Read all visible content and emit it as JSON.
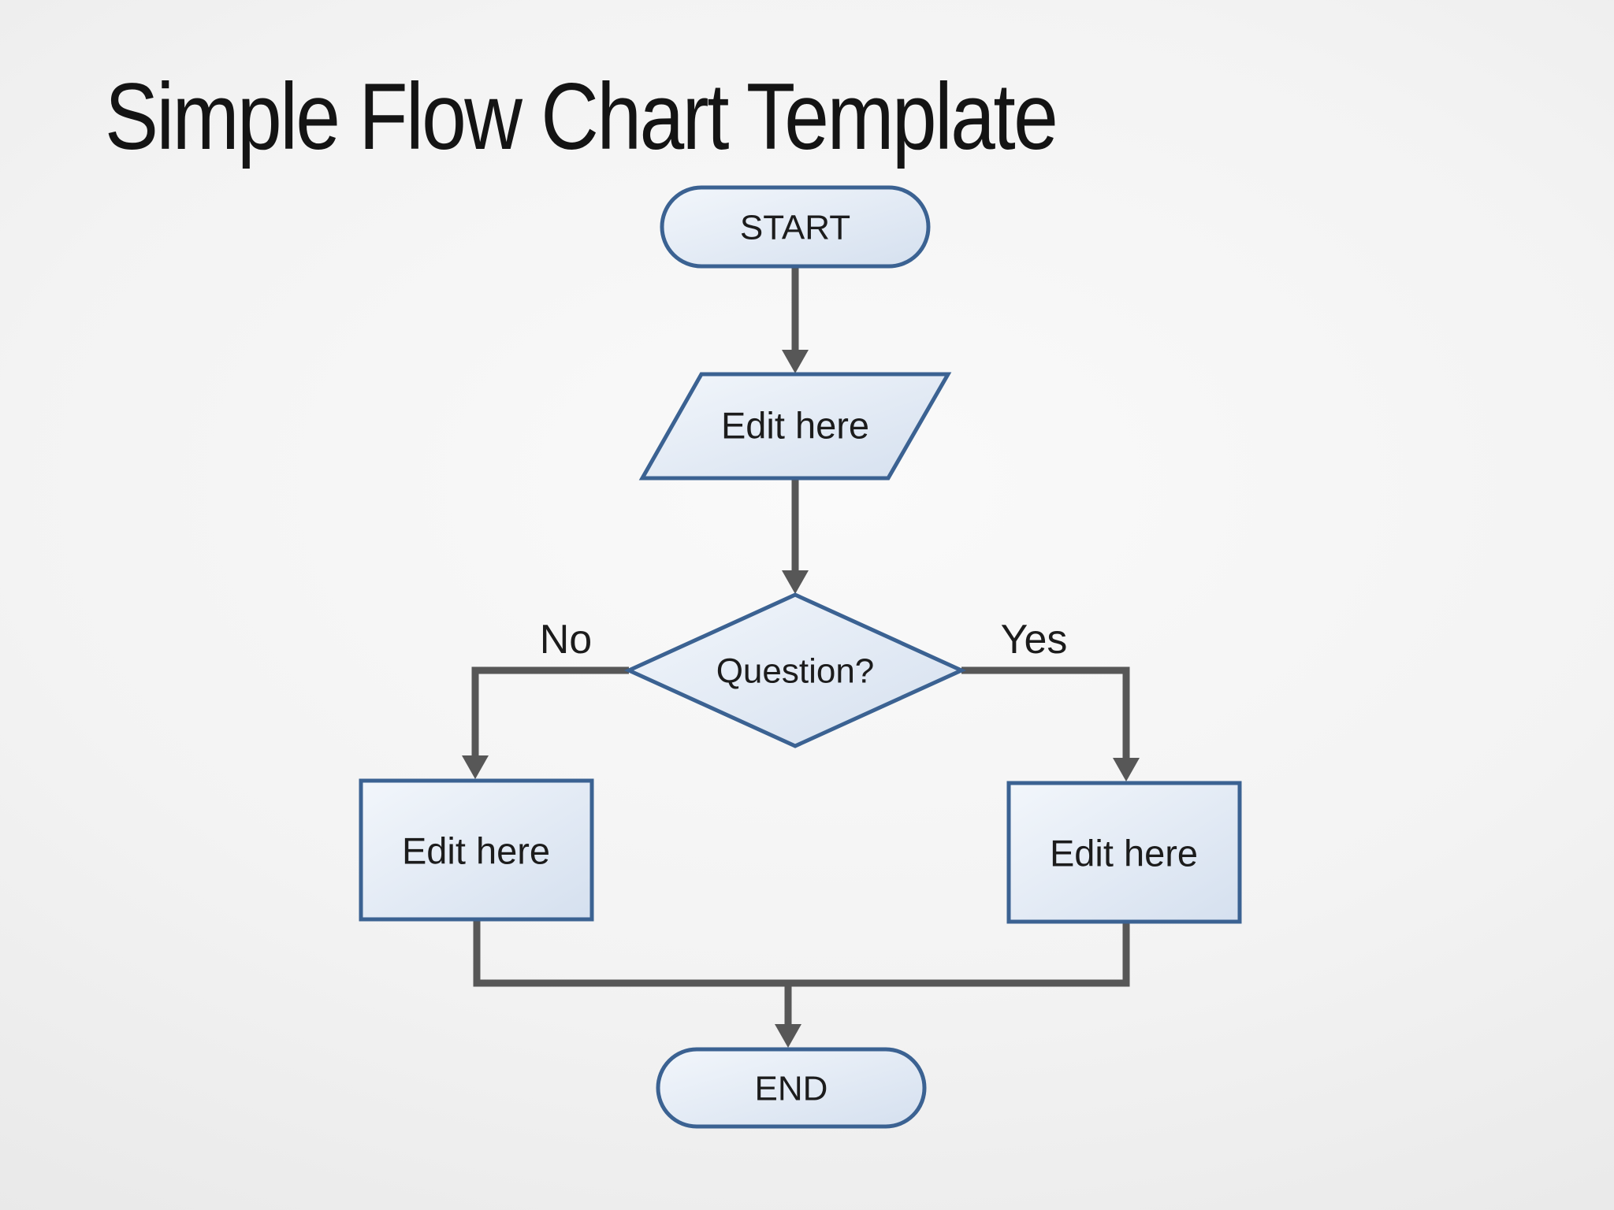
{
  "slide": {
    "title": "Simple Flow Chart Template"
  },
  "colors": {
    "shape_border": "#3b6292",
    "shape_fill_light": "#f2f6fb",
    "shape_fill_dark": "#d5e0ef",
    "connector": "#575757",
    "label_text": "#1c1c1c",
    "background_center": "#fafafa",
    "background_edge": "#d9d9d9",
    "title_text": "#141414"
  },
  "flowchart": {
    "nodes": {
      "start": {
        "type": "terminator",
        "label": "START"
      },
      "input": {
        "type": "parallelogram",
        "label": "Edit here"
      },
      "decision": {
        "type": "diamond",
        "label": "Question?"
      },
      "process_no": {
        "type": "rectangle",
        "label": "Edit here"
      },
      "process_yes": {
        "type": "rectangle",
        "label": "Edit here"
      },
      "end": {
        "type": "terminator",
        "label": "END"
      }
    },
    "branch_labels": {
      "no": "No",
      "yes": "Yes"
    }
  }
}
